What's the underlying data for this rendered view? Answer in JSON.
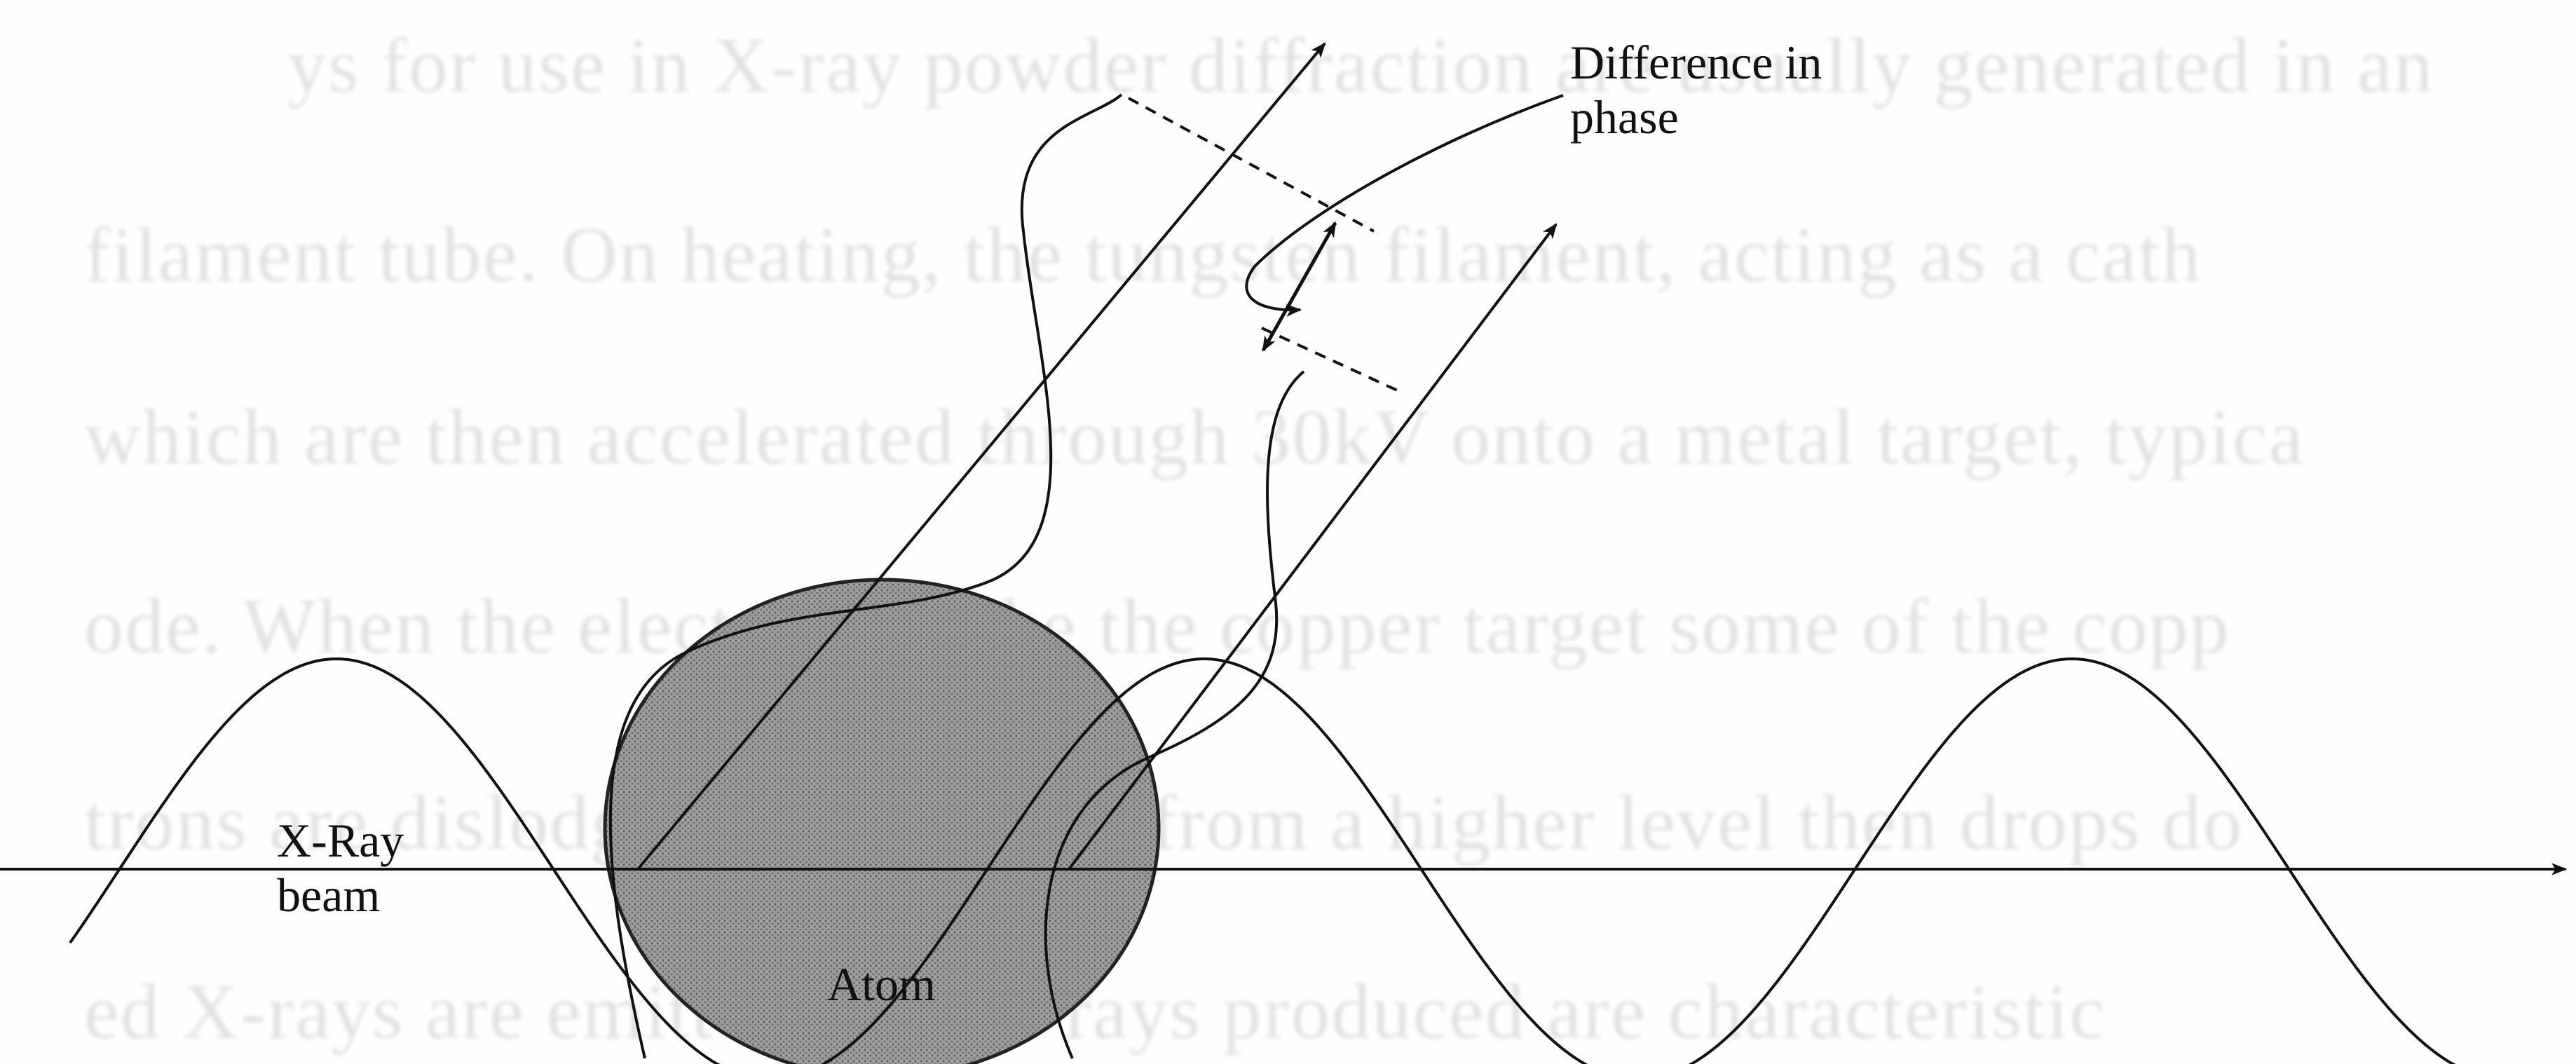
{
  "labels": {
    "difference_line1": "Difference in",
    "difference_line2": "phase",
    "xray_line1": "X-Ray",
    "xray_line2": "beam",
    "atom": "Atom"
  },
  "background_text": [
    "ys for use in X-ray powder diffraction are usually generated in an",
    "filament tube. On heating, the tungsten filament, acting as a cath",
    "which are then accelerated through 30kV onto a metal target, typica",
    "ode. When the electrons strike the copper target some of the copp",
    "trons are dislodged. An electron from a higher level then drops do",
    "ed X-rays are emitted. The X-rays produced are characteristic"
  ],
  "colors": {
    "ink": "#111111",
    "atom_fill": "#8a8a8a"
  }
}
